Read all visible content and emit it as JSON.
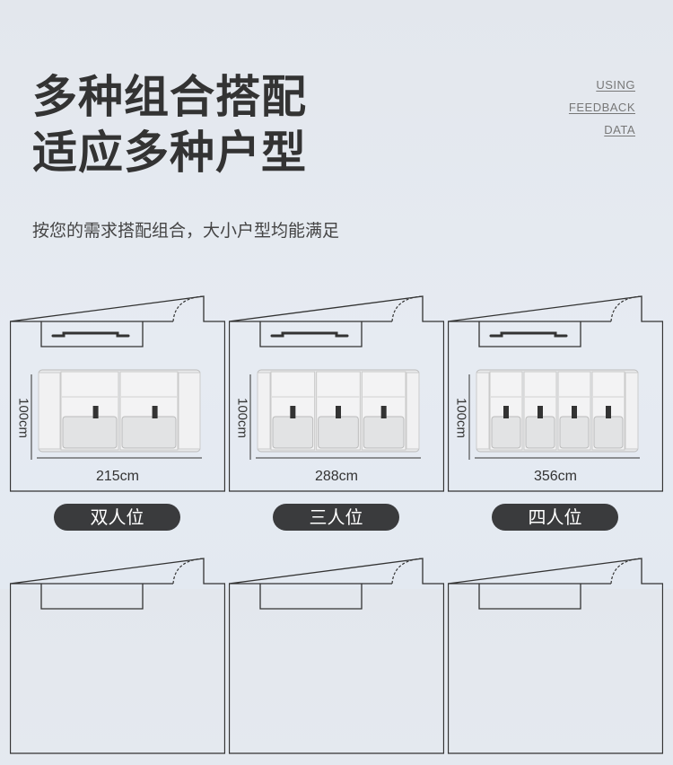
{
  "header": {
    "title_line1": "多种组合搭配",
    "title_line2": "适应多种户型",
    "tags": [
      "USING",
      "FEEDBACK",
      "DATA"
    ],
    "subtitle": "按您的需求搭配组合，大小户型均能满足"
  },
  "layouts": [
    {
      "name": "双人位",
      "width": "215cm",
      "depth": "100cm",
      "seats": 2
    },
    {
      "name": "三人位",
      "width": "288cm",
      "depth": "100cm",
      "seats": 3
    },
    {
      "name": "四人位",
      "width": "356cm",
      "depth": "100cm",
      "seats": 4
    }
  ]
}
